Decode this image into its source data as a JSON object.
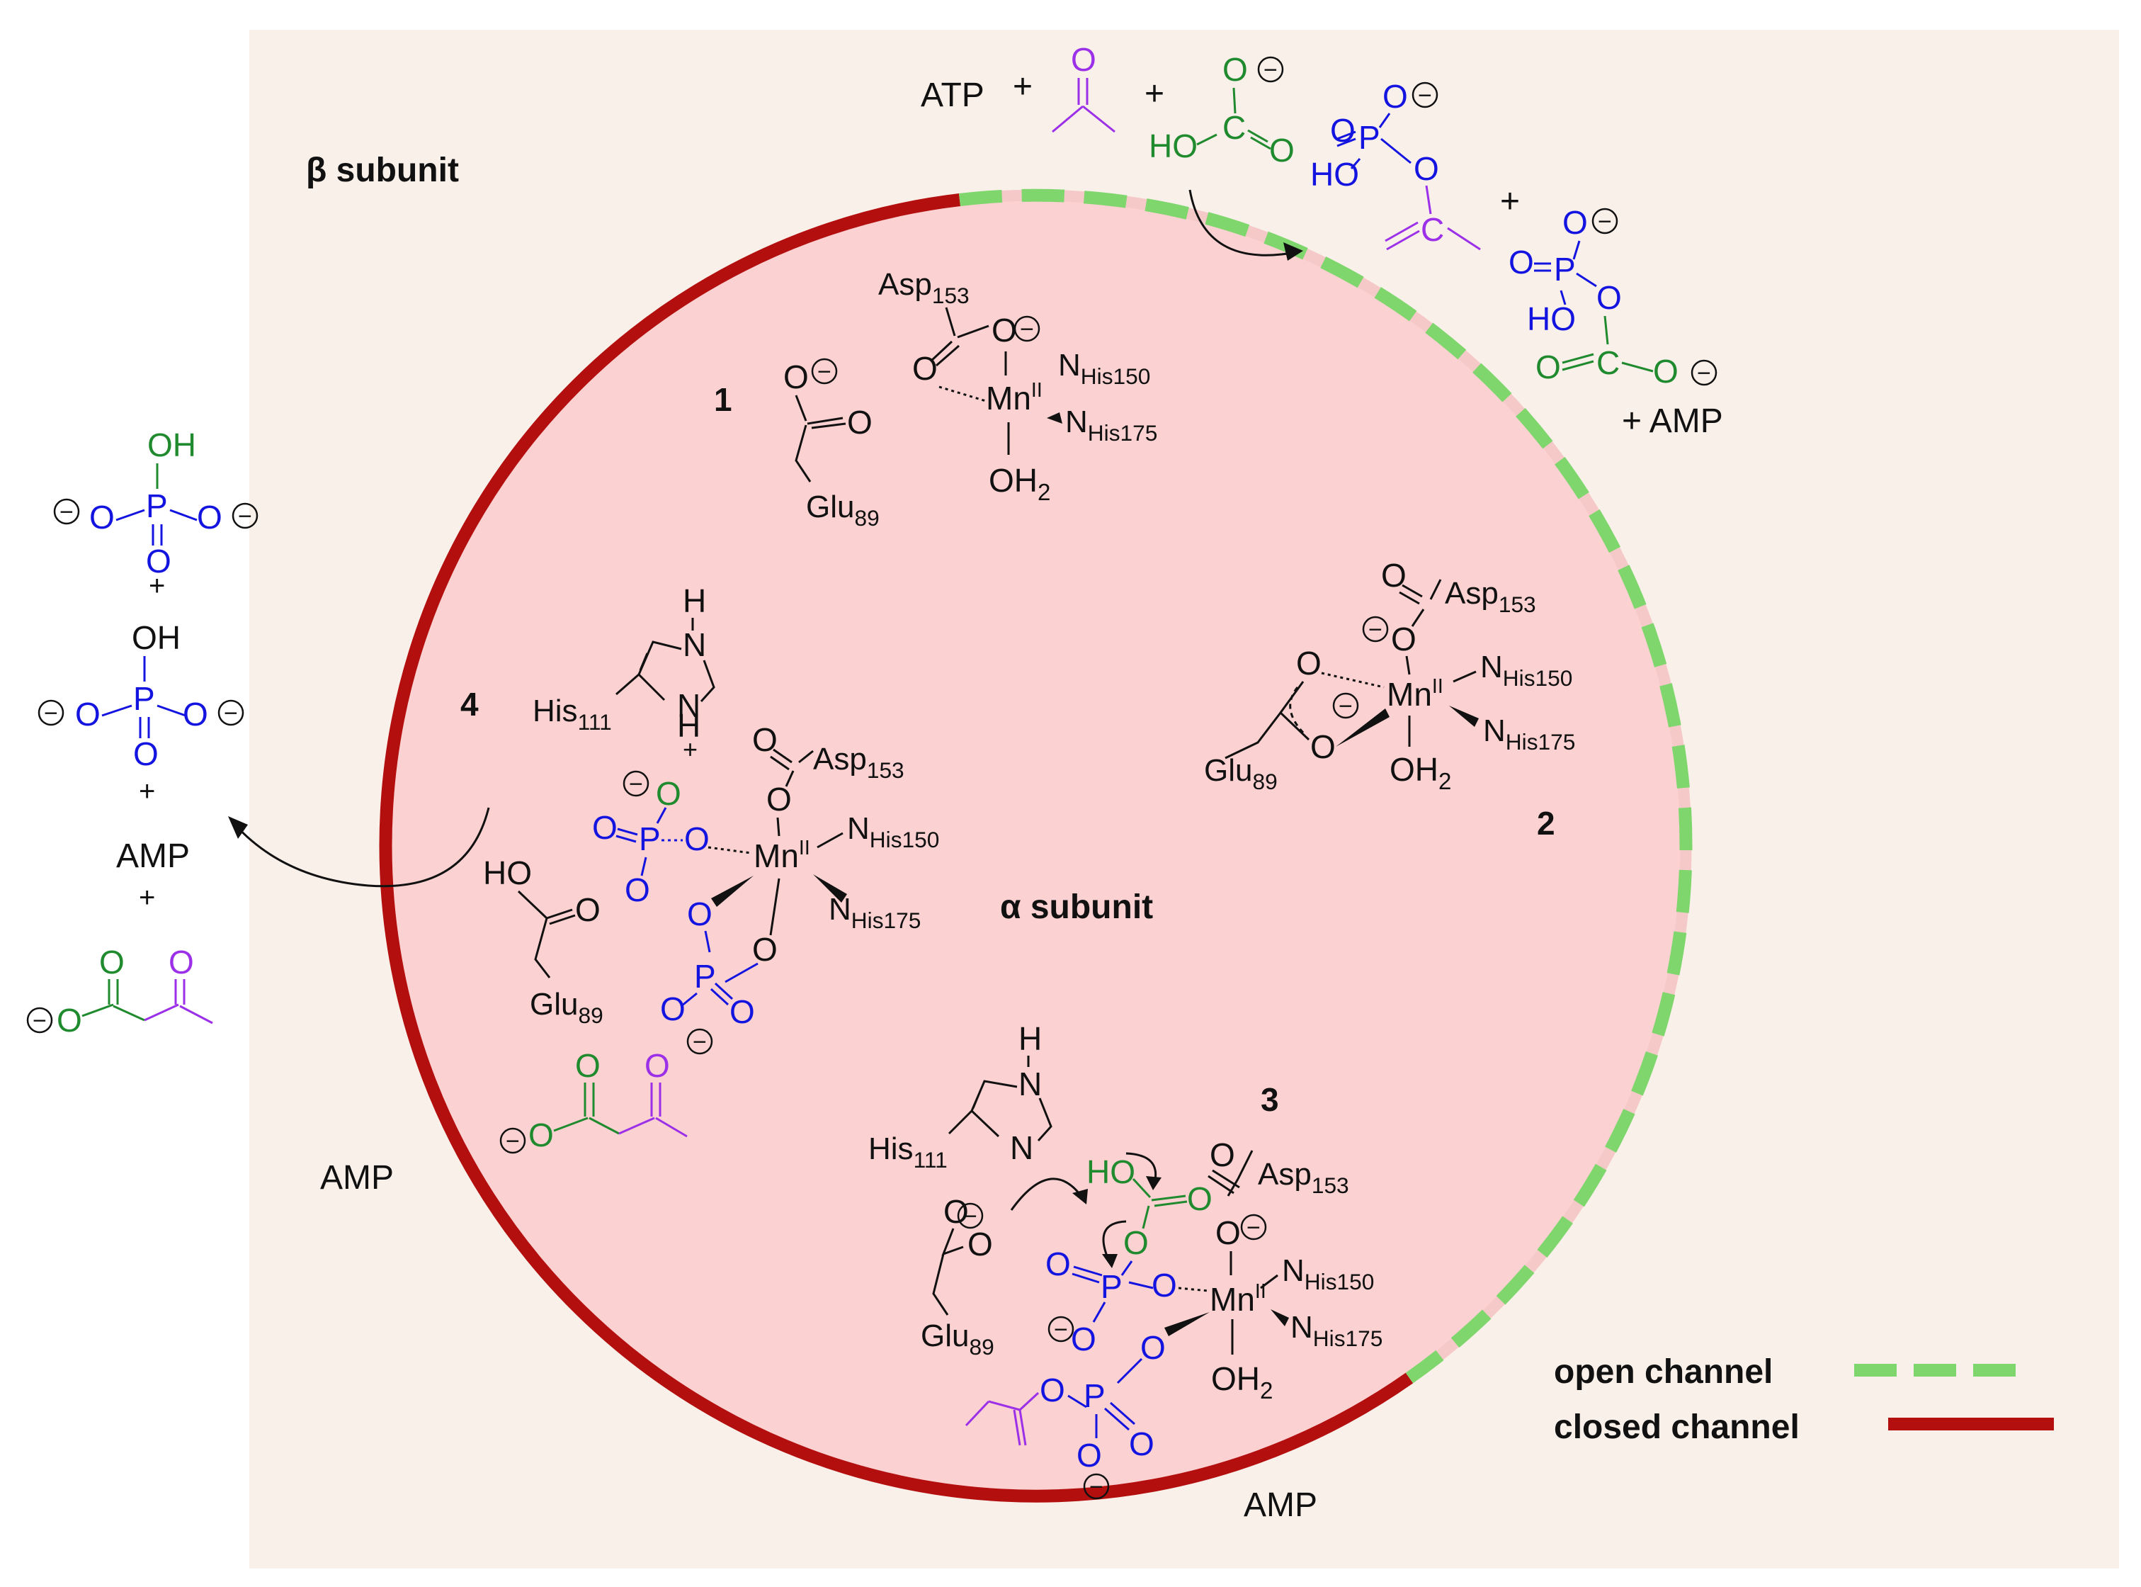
{
  "colors": {
    "outer_bg": "#faf0ea",
    "alpha_bg": "#fbd1d1",
    "closed_channel": "#b30f0f",
    "open_channel": "#7ed66d",
    "open_channel_track": "#f6c9c9",
    "carbon_black": "#111111",
    "carbonate_green": "#1f8a2e",
    "phosphate_blue": "#1414e0",
    "acetone_purple": "#9b30e8"
  },
  "labels": {
    "beta_subunit": "β subunit",
    "alpha_subunit": "α subunit",
    "state_1": "1",
    "state_2": "2",
    "state_3": "3",
    "state_4": "4",
    "amp_left": "AMP",
    "amp_bottom": "AMP"
  },
  "legend": {
    "open_channel": "open channel",
    "closed_channel": "closed channel"
  },
  "top_reaction": {
    "atp": "ATP",
    "plus_1": "+",
    "plus_2": "+",
    "plus_3": "+",
    "plus_amp": "+ AMP"
  },
  "left_products": {
    "plus_1": "+",
    "plus_2": "+",
    "amp": "AMP",
    "plus_3": "+"
  },
  "atoms": {
    "O": "O",
    "P": "P",
    "C": "C",
    "H": "H",
    "N": "N",
    "OH": "OH",
    "HO": "HO",
    "Mn": "Mn",
    "Mn_ox": "II",
    "OH2": "OH",
    "OH2_sub": "2",
    "minus": "−",
    "plus_charge": "+"
  },
  "residues": {
    "asp": "Asp",
    "asp_num": "153",
    "glu": "Glu",
    "glu_num": "89",
    "his111": "His",
    "his111_num": "111",
    "n_his150": "N",
    "his150_sub": "His150",
    "n_his175": "N",
    "his175_sub": "His175"
  }
}
